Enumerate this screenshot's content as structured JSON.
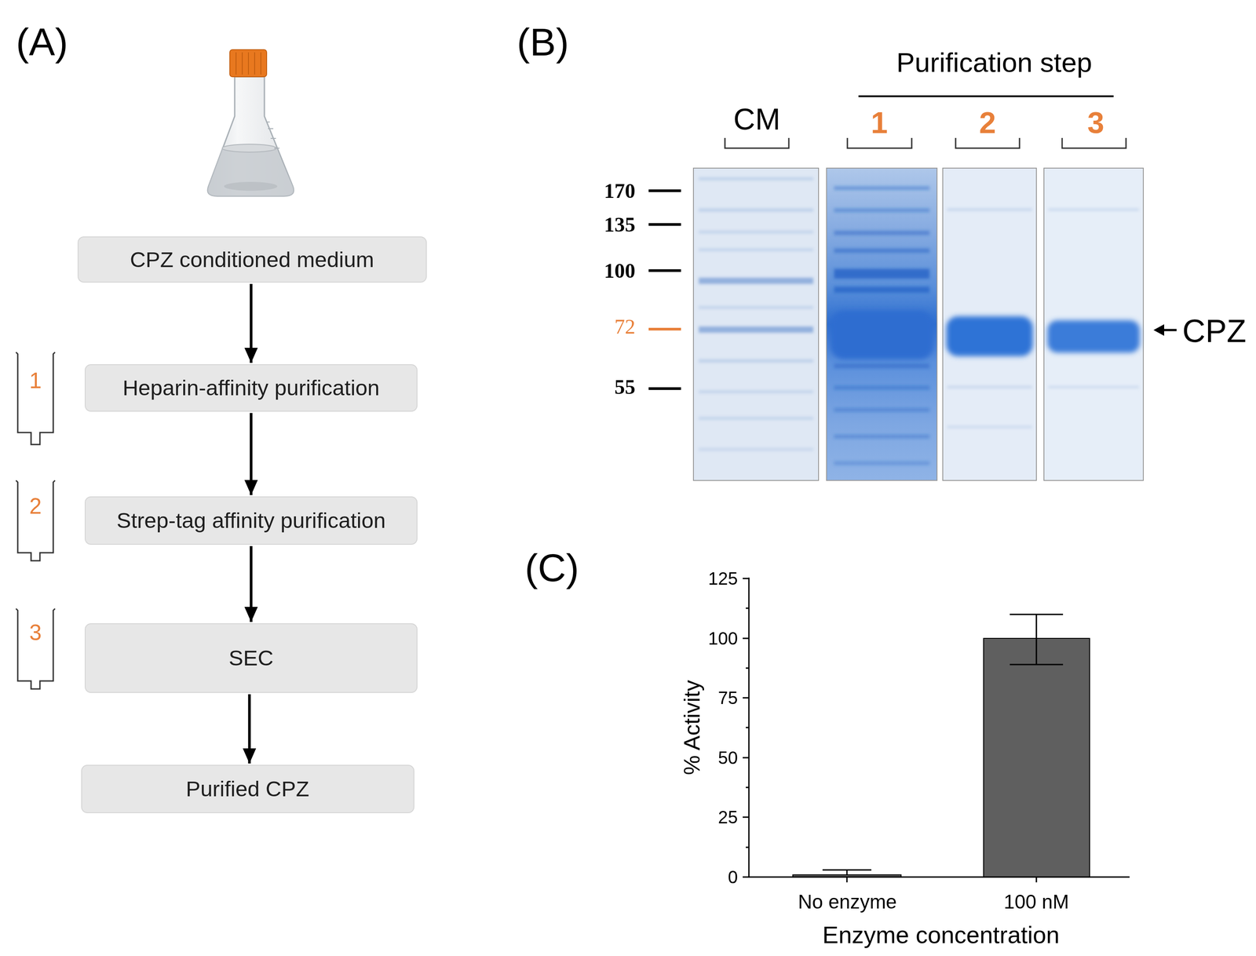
{
  "diagram": {
    "nodes": [
      {
        "text": [
          "CPZ conditioned medium"
        ]
      },
      {
        "text": [
          "Heparin-affinity purification"
        ]
      },
      {
        "text": [
          "Strep-tag affinity purification"
        ]
      },
      {
        "text": [
          "SEC"
        ]
      },
      {
        "text": [
          "Purified CPZ"
        ]
      }
    ],
    "edges": [
      {
        "from": 0,
        "to": 1,
        "arrow": "to"
      },
      {
        "from": 1,
        "to": 2,
        "arrow": "to"
      },
      {
        "from": 2,
        "to": 3,
        "arrow": "to"
      },
      {
        "from": 3,
        "to": 4,
        "arrow": "to"
      }
    ],
    "labels": [
      "(A)",
      "1",
      "2",
      "3",
      "(B)",
      "Purification step",
      "CM",
      "1",
      "2",
      "3",
      "170",
      "135",
      "100",
      "72",
      "55",
      "CPZ",
      "(C)",
      "125",
      "100",
      "75",
      "50",
      "25",
      "0",
      "% Activity",
      "No enzyme",
      "100 nM",
      "Enzyme concentration"
    ]
  }
}
